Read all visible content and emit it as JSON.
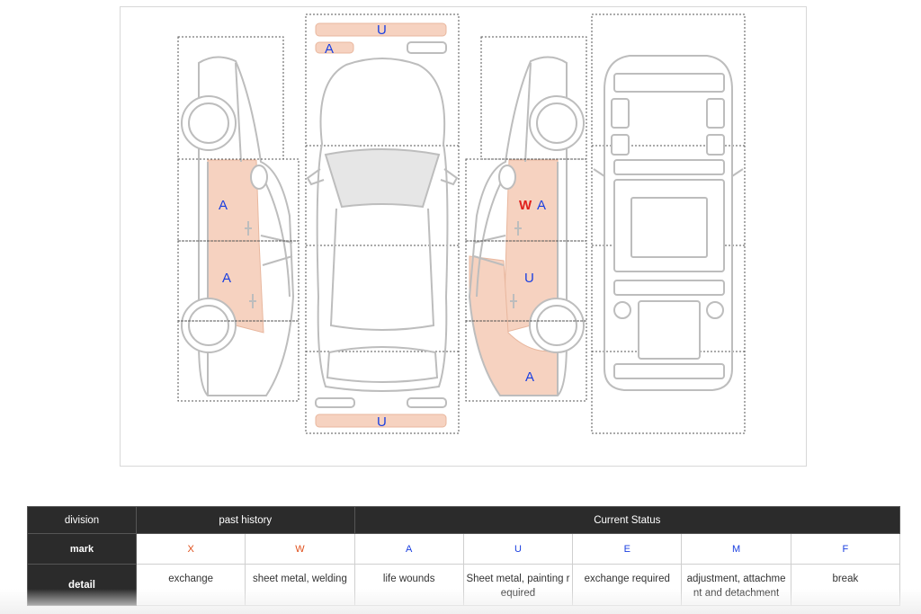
{
  "colors": {
    "damage_fill": "#f6d2c0",
    "mark_blue": "#1a3fe0",
    "mark_red": "#e0201c",
    "outline": "#bdbdbd",
    "header_bg": "#2b2b2b"
  },
  "diagram": {
    "marks": {
      "top_bumper": "U",
      "top_small": "A",
      "left_front_door": "A",
      "left_rear_door": "A",
      "right_front_door_w": "W",
      "right_front_door_a": "A",
      "right_rear_door": "U",
      "right_rear_quarter": "A",
      "rear_bumper": "U"
    }
  },
  "legend": {
    "division_label": "division",
    "past_history_label": "past history",
    "current_status_label": "Current Status",
    "mark_label": "mark",
    "detail_label": "detail",
    "items": [
      {
        "mark": "X",
        "detail": "exchange",
        "color": "#e0501c"
      },
      {
        "mark": "W",
        "detail": "sheet metal, welding",
        "color": "#e0501c"
      },
      {
        "mark": "A",
        "detail": "life wounds",
        "color": "#1a3fe0"
      },
      {
        "mark": "U",
        "detail": "Sheet metal, painting r equired",
        "color": "#1a3fe0"
      },
      {
        "mark": "E",
        "detail": "exchange required",
        "color": "#1a3fe0"
      },
      {
        "mark": "M",
        "detail": "adjustment, attachme nt and detachment",
        "color": "#1a3fe0"
      },
      {
        "mark": "F",
        "detail": "break",
        "color": "#1a3fe0"
      }
    ]
  }
}
